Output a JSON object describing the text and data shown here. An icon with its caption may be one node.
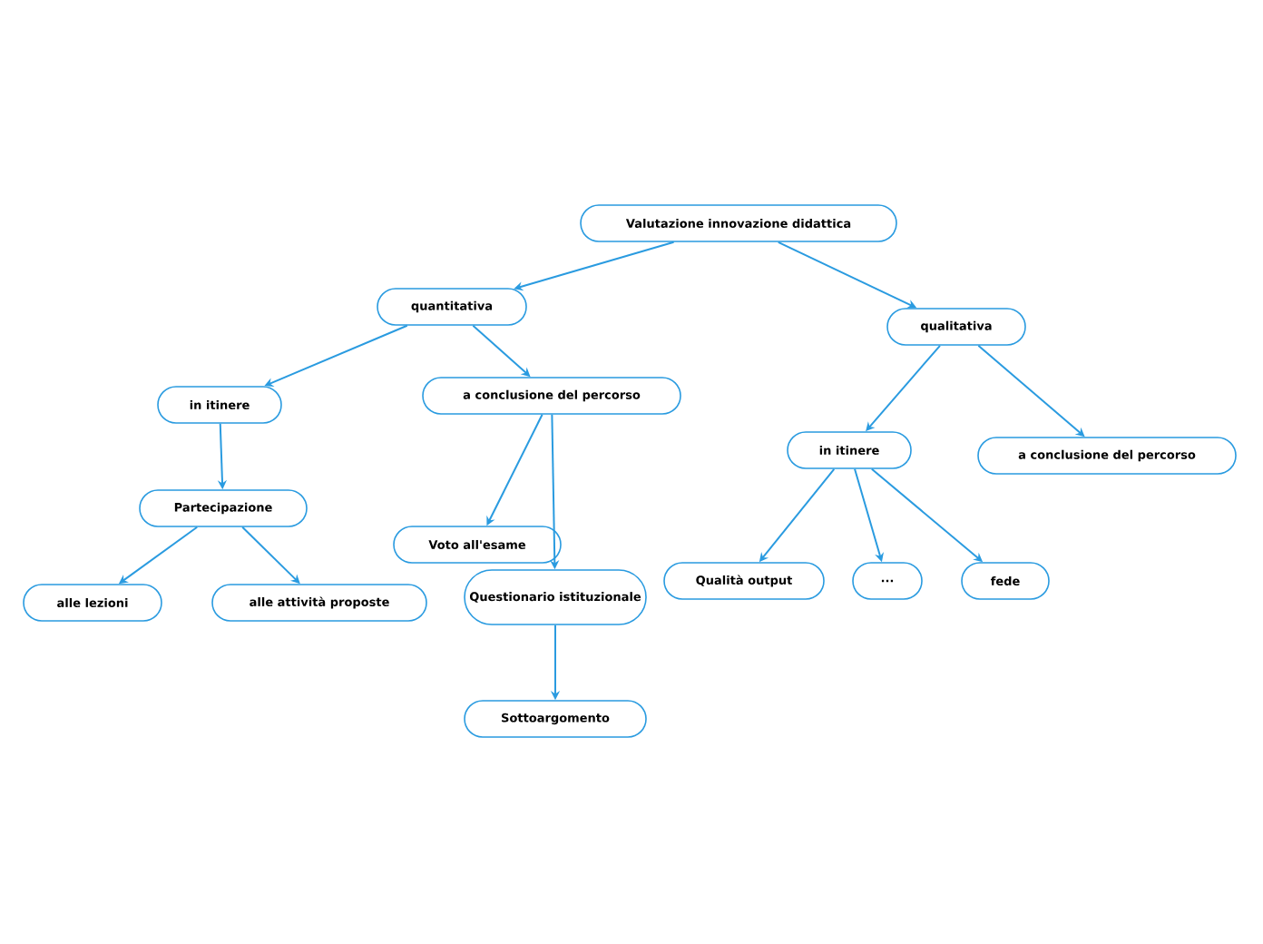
{
  "diagram": {
    "nodes": [
      {
        "text": [
          "Valutazione innovazione didattica"
        ]
      },
      {
        "text": [
          "quantitativa"
        ]
      },
      {
        "text": [
          "qualitativa"
        ]
      },
      {
        "text": [
          "in itinere"
        ]
      },
      {
        "text": [
          "a conclusione del percorso"
        ]
      },
      {
        "text": [
          "in itinere"
        ]
      },
      {
        "text": [
          "a conclusione del percorso"
        ]
      },
      {
        "text": [
          "Partecipazione"
        ]
      },
      {
        "text": [
          "alle lezioni"
        ]
      },
      {
        "text": [
          "alle attività proposte"
        ]
      },
      {
        "text": [
          "Voto all'esame"
        ]
      },
      {
        "text": [
          "Questionario istituzionale"
        ]
      },
      {
        "text": [
          "Qualità output"
        ]
      },
      {
        "text": [
          "..."
        ]
      },
      {
        "text": [
          "fede"
        ]
      },
      {
        "text": [
          "Sottoargomento"
        ]
      }
    ],
    "edges": [
      {
        "from": 0,
        "to": 1,
        "arrow": "to"
      },
      {
        "from": 0,
        "to": 2,
        "arrow": "to"
      },
      {
        "from": 1,
        "to": 3,
        "arrow": "to"
      },
      {
        "from": 1,
        "to": 4,
        "arrow": "to"
      },
      {
        "from": 3,
        "to": 7,
        "arrow": "to"
      },
      {
        "from": 7,
        "to": 8,
        "arrow": "to"
      },
      {
        "from": 7,
        "to": 9,
        "arrow": "to"
      },
      {
        "from": 4,
        "to": 10,
        "arrow": "to"
      },
      {
        "from": 4,
        "to": 11,
        "arrow": "to"
      },
      {
        "from": 11,
        "to": 15,
        "arrow": "to"
      },
      {
        "from": 2,
        "to": 5,
        "arrow": "to"
      },
      {
        "from": 2,
        "to": 6,
        "arrow": "to"
      },
      {
        "from": 5,
        "to": 12,
        "arrow": "to"
      },
      {
        "from": 5,
        "to": 13,
        "arrow": "to"
      },
      {
        "from": 5,
        "to": 14,
        "arrow": "to"
      }
    ]
  }
}
